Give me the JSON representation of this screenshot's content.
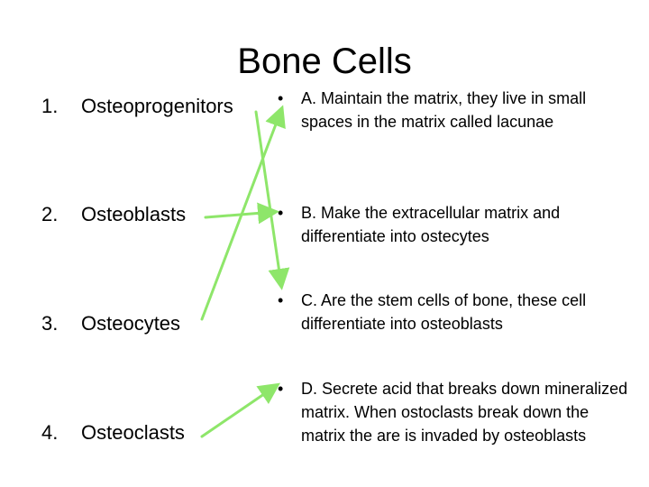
{
  "slide": {
    "title": "Bone Cells",
    "left_items": [
      {
        "num": "1.",
        "label": "Osteoprogenitors"
      },
      {
        "num": "2.",
        "label": "Osteoblasts"
      },
      {
        "num": "3.",
        "label": "Osteocytes"
      },
      {
        "num": "4.",
        "label": "Osteoclasts"
      }
    ],
    "bullet_symbol": "•",
    "right_items": [
      {
        "text": "A. Maintain the matrix, they live in small spaces in the matrix called lacunae"
      },
      {
        "text": "B. Make the extracellular matrix and differentiate into ostecytes"
      },
      {
        "text": "C. Are the stem cells of bone, these cell differentiate into osteoblasts"
      },
      {
        "text": "D. Secrete acid that breaks down mineralized matrix. When ostoclasts break down the matrix the are is invaded by osteoblasts"
      }
    ],
    "arrow_color": "#8ee66a"
  }
}
